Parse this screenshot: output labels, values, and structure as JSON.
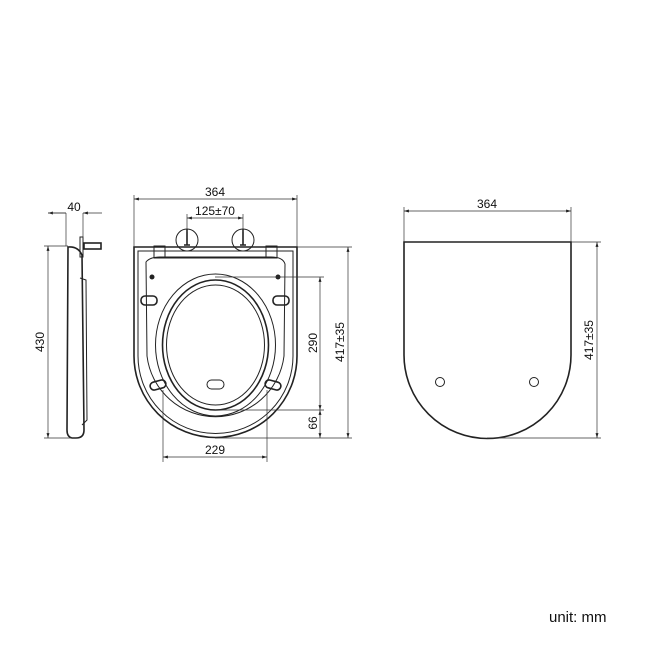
{
  "dimensions": {
    "side_depth": "40",
    "side_height": "430",
    "front_width": "364",
    "hinge_spacing": "125±70",
    "front_inner_length": "290",
    "front_bottom_offset": "66",
    "front_length": "417±35",
    "front_inner_width": "229",
    "top_width": "364",
    "top_length": "417±35"
  },
  "unit_label": "unit: mm"
}
